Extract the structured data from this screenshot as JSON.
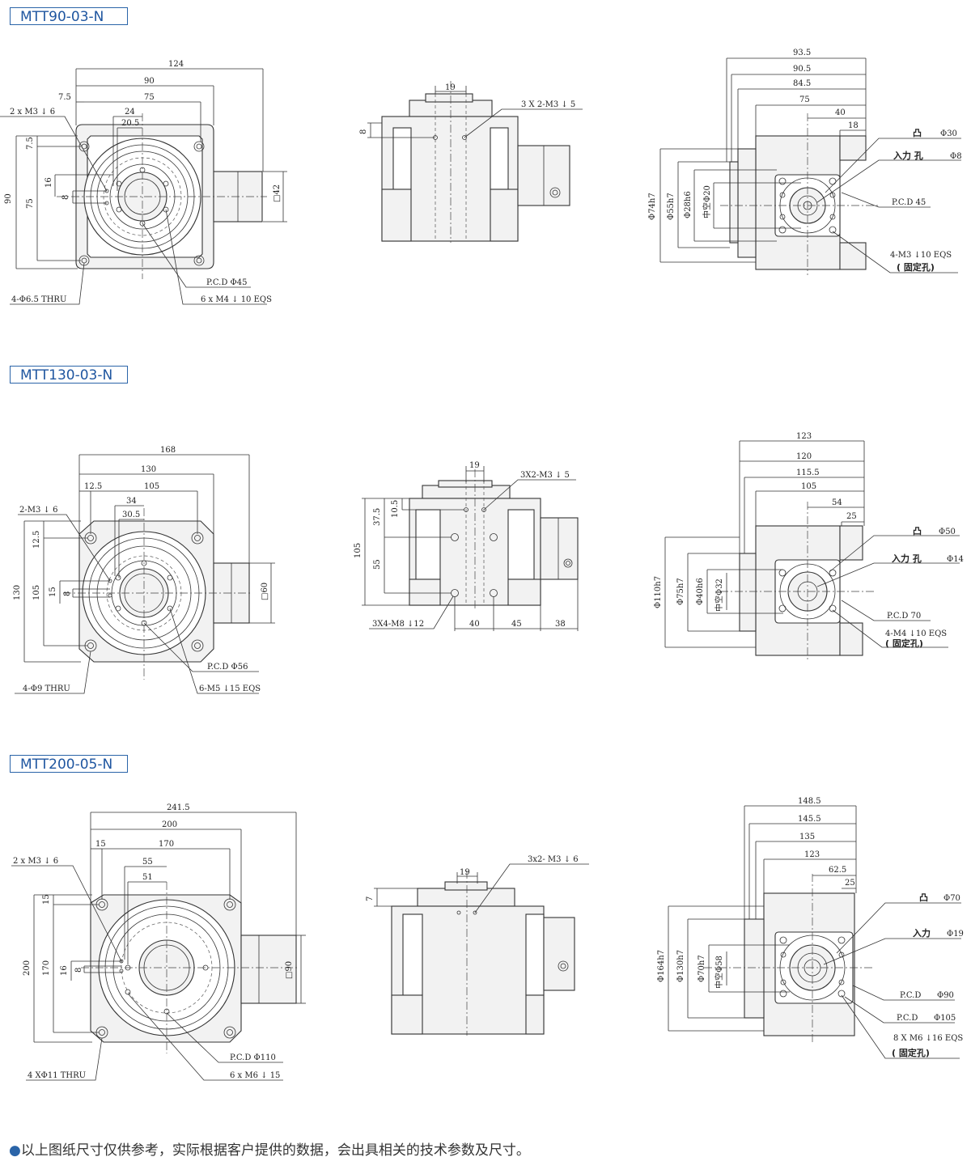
{
  "models": [
    {
      "name": "MTT90-03-N",
      "front": {
        "d1": "124",
        "d2": "90",
        "d3": "75",
        "d4": "7.5",
        "d5": "24",
        "d6": "20.5",
        "v1": "90",
        "v2": "75",
        "v3": "7.5",
        "v4": "16",
        "v5": "8",
        "sq": "□42",
        "c1": "2 x M3 ↓ 6",
        "c2": "P.C.D  Φ45",
        "c3": "6 x M4 ↓ 10 EQS",
        "c4": "4-Φ6.5 THRU"
      },
      "side": {
        "d1": "19",
        "v1": "8",
        "c1": "3 X 2-M3  ↓ 5"
      },
      "right": {
        "h1": "93.5",
        "h2": "90.5",
        "h3": "84.5",
        "h4": "75",
        "h5": "40",
        "h6": "18",
        "v1": "Φ74h7",
        "v2": "Φ55h7",
        "v3": "Φ28h6",
        "v4": "中空Φ20",
        "c1": "凸",
        "c1v": "Φ30",
        "c2": "入力  孔",
        "c2v": "Φ8",
        "c3": "P.C.D 45",
        "c4": "4-M3  ↓10 EQS",
        "c5": "(      固定孔)"
      }
    },
    {
      "name": "MTT130-03-N",
      "front": {
        "d1": "168",
        "d2": "130",
        "d3": "105",
        "d4": "12.5",
        "d5": "34",
        "d6": "30.5",
        "v1": "130",
        "v2": "105",
        "v3": "12.5",
        "v4": "15",
        "v5": "8",
        "sq": "□60",
        "c1": "2-M3 ↓ 6",
        "c2": "P.C.D  Φ56",
        "c3": "6-M5  ↓15 EQS",
        "c4": "4-Φ9 THRU"
      },
      "side": {
        "d1": "19",
        "v1": "105",
        "v2": "37.5",
        "v3": "10.5",
        "v4": "55",
        "c1": "3X2-M3  ↓ 5",
        "c2": "3X4-M8  ↓12",
        "b1": "40",
        "b2": "45",
        "b3": "38"
      },
      "right": {
        "h1": "123",
        "h2": "120",
        "h3": "115.5",
        "h4": "105",
        "h5": "54",
        "h6": "25",
        "v1": "Φ110h7",
        "v2": "Φ75h7",
        "v3": "Φ40h6",
        "v4": "中空Φ32",
        "c1": "凸",
        "c1v": "Φ50",
        "c2": "入力  孔",
        "c2v": "Φ14",
        "c3": "P.C.D 70",
        "c4": "4-M4  ↓10 EQS",
        "c5": "(      固定孔)"
      }
    },
    {
      "name": "MTT200-05-N",
      "front": {
        "d1": "241.5",
        "d2": "200",
        "d3": "170",
        "d4": "15",
        "d5": "55",
        "d6": "51",
        "v1": "200",
        "v2": "170",
        "v3": "15",
        "v4": "16",
        "v5": "8",
        "sq": "□90",
        "c1": "2 x M3 ↓ 6",
        "c2": "P.C.D  Φ110",
        "c3": "6 x M6  ↓ 15",
        "c4": "4 XΦ11 THRU"
      },
      "side": {
        "d1": "19",
        "v1": "7",
        "c1": "3x2- M3  ↓ 6"
      },
      "right": {
        "h1": "148.5",
        "h2": "145.5",
        "h3": "135",
        "h4": "123",
        "h5": "62.5",
        "h6": "25",
        "v1": "Φ164h7",
        "v2": "Φ130h7",
        "v3": "Φ70h7",
        "v4": "中空Φ58",
        "c1": "凸",
        "c1v": "Φ70",
        "c2": "入力",
        "c2v": "Φ19",
        "c3": "P.C.D",
        "c3v": "Φ90",
        "c6": "P.C.D",
        "c6v": "Φ105",
        "c4": "8 X M6 ↓16 EQS",
        "c5": "(      固定孔)"
      }
    }
  ],
  "note": "以上图纸尺寸仅供参考，实际根据客户提供的数据，会出具相关的技术参数及尺寸。"
}
